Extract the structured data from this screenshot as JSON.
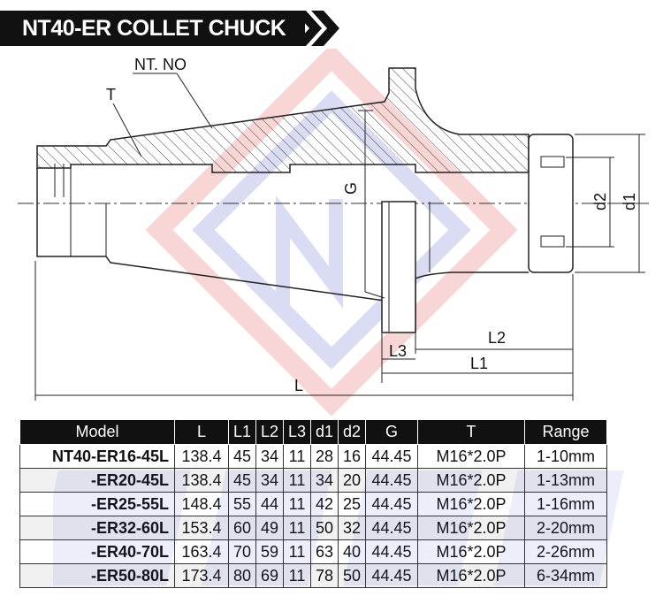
{
  "title": "NT40-ER COLLET CHUCK",
  "drawing_labels": {
    "nt_no": "NT. NO",
    "t": "T",
    "g": "G",
    "d1": "d1",
    "d2": "d2",
    "l": "L",
    "l1": "L1",
    "l2": "L2",
    "l3": "L3"
  },
  "table": {
    "headers": [
      "Model",
      "L",
      "L1",
      "L2",
      "L3",
      "d1",
      "d2",
      "G",
      "T",
      "Range"
    ],
    "rows": [
      [
        "NT40-ER16-45L",
        "138.4",
        "45",
        "34",
        "11",
        "28",
        "16",
        "44.45",
        "M16*2.0P",
        "1-10mm"
      ],
      [
        "-ER20-45L",
        "138.4",
        "45",
        "34",
        "11",
        "34",
        "20",
        "44.45",
        "M16*2.0P",
        "1-13mm"
      ],
      [
        "-ER25-55L",
        "148.4",
        "55",
        "44",
        "11",
        "42",
        "25",
        "44.45",
        "M16*2.0P",
        "1-16mm"
      ],
      [
        "-ER32-60L",
        "153.4",
        "60",
        "49",
        "11",
        "50",
        "32",
        "44.45",
        "M16*2.0P",
        "2-20mm"
      ],
      [
        "-ER40-70L",
        "163.4",
        "70",
        "59",
        "11",
        "63",
        "40",
        "44.45",
        "M16*2.0P",
        "2-26mm"
      ],
      [
        "-ER50-80L",
        "173.4",
        "80",
        "69",
        "11",
        "78",
        "50",
        "44.45",
        "M16*2.0P",
        "6-34mm"
      ]
    ]
  }
}
